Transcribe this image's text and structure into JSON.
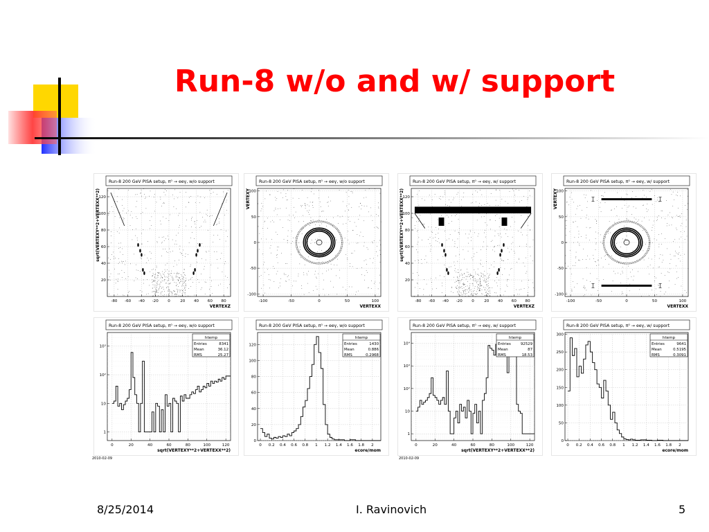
{
  "slide": {
    "title": "Run-8 w/o and w/ support",
    "footer_date": "8/25/2014",
    "footer_author": "I. Ravinovich",
    "page_number": "5",
    "stamp_left": "2010-02-09",
    "stamp_right": "2010-02-09"
  },
  "colors": {
    "title": "#ff0000",
    "deco_yellow": "#ffd700",
    "deco_red": "#ff4040",
    "deco_blue": "#2040ff"
  },
  "chart_data": [
    {
      "type": "scatter",
      "panel_title": "Run-8 200 GeV PISA setup, π⁰ → eeγ, w/o support",
      "xlabel": "VERTEXZ",
      "ylabel": "sqrt(VERTEXY**2+VERTEXX**2)",
      "xlim": [
        -90,
        90
      ],
      "ylim": [
        0,
        130
      ],
      "xticks": [
        "-80",
        "-60",
        "-40",
        "-20",
        "0",
        "20",
        "40",
        "60",
        "80"
      ],
      "yticks": [
        "20",
        "40",
        "60",
        "80",
        "100",
        "120"
      ],
      "xtick_values": [
        -80,
        -60,
        -40,
        -20,
        0,
        20,
        40,
        60,
        80
      ],
      "ytick_values": [
        20,
        40,
        60,
        80,
        100,
        120
      ],
      "features": [
        {
          "kind": "line",
          "points": [
            [
              -85,
              125
            ],
            [
              -65,
              85
            ]
          ]
        },
        {
          "kind": "line",
          "points": [
            [
              85,
              125
            ],
            [
              65,
              85
            ]
          ]
        },
        {
          "kind": "blob",
          "points": [
            [
              -45,
              62
            ],
            [
              -42,
              55
            ],
            [
              -40,
              50
            ]
          ]
        },
        {
          "kind": "blob",
          "points": [
            [
              45,
              62
            ],
            [
              42,
              55
            ],
            [
              40,
              50
            ]
          ]
        },
        {
          "kind": "blob",
          "points": [
            [
              -38,
              32
            ],
            [
              -36,
              28
            ]
          ]
        },
        {
          "kind": "blob",
          "points": [
            [
              38,
              32
            ],
            [
              36,
              28
            ]
          ]
        },
        {
          "kind": "box",
          "x": [
            -25,
            25
          ],
          "y": [
            0,
            30
          ]
        }
      ]
    },
    {
      "type": "scatter",
      "panel_title": "Run-8 200 GeV PISA setup, π⁰ → eeγ, w/o support",
      "xlabel": "VERTEXX",
      "ylabel": "VERTEXY",
      "xlim": [
        -110,
        110
      ],
      "ylim": [
        -105,
        105
      ],
      "xticks": [
        "-100",
        "-50",
        "0",
        "50",
        "100"
      ],
      "yticks": [
        "-100",
        "-50",
        "0",
        "50",
        "100"
      ],
      "xtick_values": [
        -100,
        -50,
        0,
        50,
        100
      ],
      "ytick_values": [
        -100,
        -50,
        0,
        50,
        100
      ],
      "rings": [
        5,
        22,
        25,
        28,
        40,
        42
      ],
      "features": []
    },
    {
      "type": "scatter",
      "panel_title": "Run-8 200 GeV PISA setup, π⁰ → eeγ, w/ support",
      "xlabel": "VERTEXZ",
      "ylabel": "sqrt(VERTEXY**2+VERTEXX**2)",
      "xlim": [
        -90,
        90
      ],
      "ylim": [
        0,
        130
      ],
      "xticks": [
        "-80",
        "-60",
        "-40",
        "-20",
        "0",
        "20",
        "40",
        "60",
        "80"
      ],
      "yticks": [
        "20",
        "40",
        "60",
        "80",
        "100",
        "120"
      ],
      "xtick_values": [
        -80,
        -60,
        -40,
        -20,
        0,
        20,
        40,
        60,
        80
      ],
      "ytick_values": [
        20,
        40,
        60,
        80,
        100,
        120
      ],
      "features": [
        {
          "kind": "band",
          "x": [
            -85,
            85
          ],
          "y": [
            100,
            108
          ]
        },
        {
          "kind": "block",
          "x": [
            -50,
            -42
          ],
          "y": [
            85,
            95
          ]
        },
        {
          "kind": "block",
          "x": [
            42,
            50
          ],
          "y": [
            85,
            95
          ]
        },
        {
          "kind": "line",
          "points": [
            [
              -85,
              100
            ],
            [
              -70,
              82
            ]
          ]
        },
        {
          "kind": "line",
          "points": [
            [
              85,
              100
            ],
            [
              70,
              82
            ]
          ]
        },
        {
          "kind": "blob",
          "points": [
            [
              -45,
              62
            ],
            [
              -42,
              55
            ],
            [
              -40,
              50
            ]
          ]
        },
        {
          "kind": "blob",
          "points": [
            [
              45,
              62
            ],
            [
              42,
              55
            ],
            [
              40,
              50
            ]
          ]
        },
        {
          "kind": "blob",
          "points": [
            [
              -38,
              32
            ],
            [
              -36,
              28
            ]
          ]
        },
        {
          "kind": "blob",
          "points": [
            [
              38,
              32
            ],
            [
              36,
              28
            ]
          ]
        },
        {
          "kind": "box",
          "x": [
            -25,
            25
          ],
          "y": [
            0,
            30
          ]
        }
      ]
    },
    {
      "type": "scatter",
      "panel_title": "Run-8 200 GeV PISA setup, π⁰ → eeγ, w/ support",
      "xlabel": "VERTEXX",
      "ylabel": "VERTEXY",
      "xlim": [
        -110,
        110
      ],
      "ylim": [
        -105,
        105
      ],
      "xticks": [
        "-100",
        "-50",
        "0",
        "50",
        "100"
      ],
      "yticks": [
        "-100",
        "-50",
        "0",
        "50",
        "100"
      ],
      "xtick_values": [
        -100,
        -50,
        0,
        50,
        100
      ],
      "ytick_values": [
        -100,
        -50,
        0,
        50,
        100
      ],
      "rings": [
        5,
        22,
        25,
        28,
        40,
        42
      ],
      "features": [
        {
          "kind": "band",
          "x": [
            -45,
            45
          ],
          "y": [
            82,
            86
          ]
        },
        {
          "kind": "band",
          "x": [
            -45,
            45
          ],
          "y": [
            -86,
            -82
          ]
        },
        {
          "kind": "errbar",
          "x": -60,
          "y": [
            80,
            88
          ]
        },
        {
          "kind": "errbar",
          "x": 60,
          "y": [
            80,
            88
          ]
        },
        {
          "kind": "errbar",
          "x": -60,
          "y": [
            -88,
            -80
          ]
        },
        {
          "kind": "errbar",
          "x": 60,
          "y": [
            -88,
            -80
          ]
        }
      ]
    },
    {
      "type": "line",
      "panel_title": "Run-8 200 GeV PISA setup, π⁰ → eeγ, w/o support",
      "xlabel": "sqrt(VERTEXY**2+VERTEXX**2)",
      "ylabel": "",
      "log_y": true,
      "xlim": [
        -5,
        125
      ],
      "ylim": [
        0.5,
        3000
      ],
      "xticks": [
        "0",
        "20",
        "40",
        "60",
        "80",
        "100",
        "120"
      ],
      "xtick_values": [
        0,
        20,
        40,
        60,
        80,
        100,
        120
      ],
      "yticks": [
        "1",
        "10",
        "10²",
        "10³"
      ],
      "ytick_values": [
        1,
        10,
        100,
        1000
      ],
      "stats": {
        "name": "htemp",
        "rows": [
          [
            "Entries",
            "8341"
          ],
          [
            "Mean",
            "36.12"
          ],
          [
            "RMS",
            "25.27"
          ]
        ]
      },
      "x": [
        0,
        2,
        4,
        6,
        8,
        10,
        12,
        14,
        16,
        18,
        20,
        22,
        24,
        26,
        28,
        30,
        32,
        34,
        36,
        38,
        40,
        42,
        44,
        46,
        48,
        50,
        52,
        54,
        56,
        58,
        60,
        62,
        64,
        66,
        68,
        70,
        72,
        74,
        76,
        78,
        80,
        82,
        84,
        86,
        88,
        90,
        92,
        94,
        96,
        98,
        100,
        102,
        104,
        106,
        108,
        110,
        112,
        114,
        116,
        118,
        120
      ],
      "values": [
        10,
        12,
        40,
        8,
        10,
        6,
        9,
        12,
        15,
        30,
        600,
        80,
        20,
        10,
        1,
        10,
        300,
        1,
        1,
        1,
        1,
        5,
        1,
        10,
        8,
        1,
        6,
        1,
        20,
        8,
        10,
        1,
        15,
        12,
        10,
        1,
        18,
        12,
        20,
        15,
        15,
        20,
        25,
        22,
        30,
        40,
        25,
        30,
        40,
        35,
        50,
        40,
        60,
        50,
        60,
        55,
        70,
        60,
        80,
        70,
        90
      ]
    },
    {
      "type": "line",
      "panel_title": "Run-8 200 GeV PISA setup, π⁰ → eeγ, w/o support",
      "xlabel": "ecore/mom",
      "ylabel": "",
      "xlim": [
        -0.05,
        2.15
      ],
      "ylim": [
        0,
        135
      ],
      "xticks": [
        "0",
        "0.2",
        "0.4",
        "0.6",
        "0.8",
        "1",
        "1.2",
        "1.4",
        "1.6",
        "1.8",
        "2"
      ],
      "xtick_values": [
        0,
        0.2,
        0.4,
        0.6,
        0.8,
        1,
        1.2,
        1.4,
        1.6,
        1.8,
        2
      ],
      "yticks": [
        "0",
        "20",
        "40",
        "60",
        "80",
        "100",
        "120"
      ],
      "ytick_values": [
        0,
        20,
        40,
        60,
        80,
        100,
        120
      ],
      "stats": {
        "name": "htemp",
        "rows": [
          [
            "Entries",
            "1430"
          ],
          [
            "Mean",
            "0.886"
          ],
          [
            "RMS",
            "0.2968"
          ]
        ]
      },
      "x": [
        0,
        0.04,
        0.08,
        0.12,
        0.16,
        0.2,
        0.24,
        0.28,
        0.32,
        0.36,
        0.4,
        0.44,
        0.48,
        0.52,
        0.56,
        0.6,
        0.64,
        0.68,
        0.72,
        0.76,
        0.8,
        0.84,
        0.88,
        0.92,
        0.96,
        1.0,
        1.04,
        1.08,
        1.12,
        1.16,
        1.2,
        1.24,
        1.28,
        1.32,
        1.4,
        1.5,
        1.6,
        1.7,
        1.8,
        1.9,
        2.0
      ],
      "values": [
        15,
        10,
        5,
        8,
        3,
        2,
        4,
        3,
        5,
        4,
        6,
        5,
        8,
        6,
        10,
        12,
        15,
        20,
        30,
        42,
        50,
        65,
        80,
        95,
        120,
        130,
        110,
        90,
        45,
        20,
        8,
        4,
        2,
        1,
        1,
        0,
        1,
        0,
        0,
        0,
        0
      ]
    },
    {
      "type": "line",
      "panel_title": "Run-8 200 GeV PISA setup, π⁰ → eeγ, w/ support",
      "xlabel": "sqrt(VERTEXY**2+VERTEXX**2)",
      "ylabel": "",
      "log_y": true,
      "xlim": [
        -5,
        125
      ],
      "ylim": [
        0.5,
        30000
      ],
      "xticks": [
        "0",
        "20",
        "40",
        "60",
        "80",
        "100",
        "120"
      ],
      "xtick_values": [
        0,
        20,
        40,
        60,
        80,
        100,
        120
      ],
      "yticks": [
        "1",
        "10",
        "10²",
        "10³",
        "10⁴"
      ],
      "ytick_values": [
        1,
        10,
        100,
        1000,
        10000
      ],
      "stats": {
        "name": "htemp",
        "rows": [
          [
            "Entries",
            "92529"
          ],
          [
            "Mean",
            "87"
          ],
          [
            "RMS",
            "18.53"
          ]
        ]
      },
      "x": [
        0,
        2,
        4,
        6,
        8,
        10,
        12,
        14,
        16,
        18,
        20,
        22,
        24,
        26,
        28,
        30,
        32,
        34,
        36,
        38,
        40,
        42,
        44,
        46,
        48,
        50,
        52,
        54,
        56,
        58,
        60,
        62,
        64,
        66,
        68,
        70,
        72,
        74,
        76,
        78,
        80,
        82,
        84,
        86,
        88,
        90,
        92,
        94,
        96,
        98,
        100,
        102,
        104,
        106,
        108,
        110,
        112,
        114,
        116,
        118,
        120
      ],
      "values": [
        10,
        15,
        30,
        20,
        25,
        30,
        40,
        60,
        300,
        50,
        40,
        30,
        20,
        30,
        40,
        20,
        600,
        10,
        1,
        1,
        5,
        10,
        3,
        20,
        10,
        15,
        5,
        30,
        10,
        1,
        8,
        20,
        3,
        10,
        1,
        30,
        60,
        300,
        8000,
        6000,
        5000,
        3000,
        9000,
        7000,
        9000,
        3000,
        8000,
        7000,
        500,
        8000,
        5000,
        9000,
        6000,
        20,
        10,
        8,
        1,
        1,
        1,
        1,
        1
      ]
    },
    {
      "type": "line",
      "panel_title": "Run-8 200 GeV PISA setup, π⁰ → eeγ, w/ support",
      "xlabel": "ecore/mom",
      "ylabel": "",
      "xlim": [
        -0.05,
        2.15
      ],
      "ylim": [
        0,
        305
      ],
      "xticks": [
        "0",
        "0.2",
        "0.4",
        "0.6",
        "0.8",
        "1",
        "1.2",
        "1.4",
        "1.6",
        "1.8",
        "2"
      ],
      "xtick_values": [
        0,
        0.2,
        0.4,
        0.6,
        0.8,
        1,
        1.2,
        1.4,
        1.6,
        1.8,
        2
      ],
      "yticks": [
        "0",
        "50",
        "100",
        "150",
        "200",
        "250",
        "300"
      ],
      "ytick_values": [
        0,
        50,
        100,
        150,
        200,
        250,
        300
      ],
      "stats": {
        "name": "htemp",
        "rows": [
          [
            "Entries",
            "9641"
          ],
          [
            "Mean",
            "0.5195"
          ],
          [
            "RMS",
            "0.3091"
          ]
        ]
      },
      "x": [
        0,
        0.04,
        0.08,
        0.12,
        0.16,
        0.2,
        0.24,
        0.28,
        0.32,
        0.36,
        0.4,
        0.44,
        0.48,
        0.52,
        0.56,
        0.6,
        0.64,
        0.68,
        0.72,
        0.76,
        0.8,
        0.84,
        0.88,
        0.92,
        0.96,
        1.0,
        1.04,
        1.08,
        1.12,
        1.16,
        1.2,
        1.3,
        1.4,
        1.5,
        1.6,
        1.7,
        1.8,
        1.9,
        2.0
      ],
      "values": [
        140,
        290,
        240,
        260,
        180,
        210,
        190,
        230,
        270,
        280,
        250,
        220,
        200,
        160,
        150,
        120,
        170,
        140,
        100,
        60,
        80,
        50,
        30,
        20,
        10,
        5,
        3,
        2,
        4,
        2,
        1,
        2,
        1,
        0,
        1,
        0,
        0,
        0,
        0
      ]
    }
  ]
}
